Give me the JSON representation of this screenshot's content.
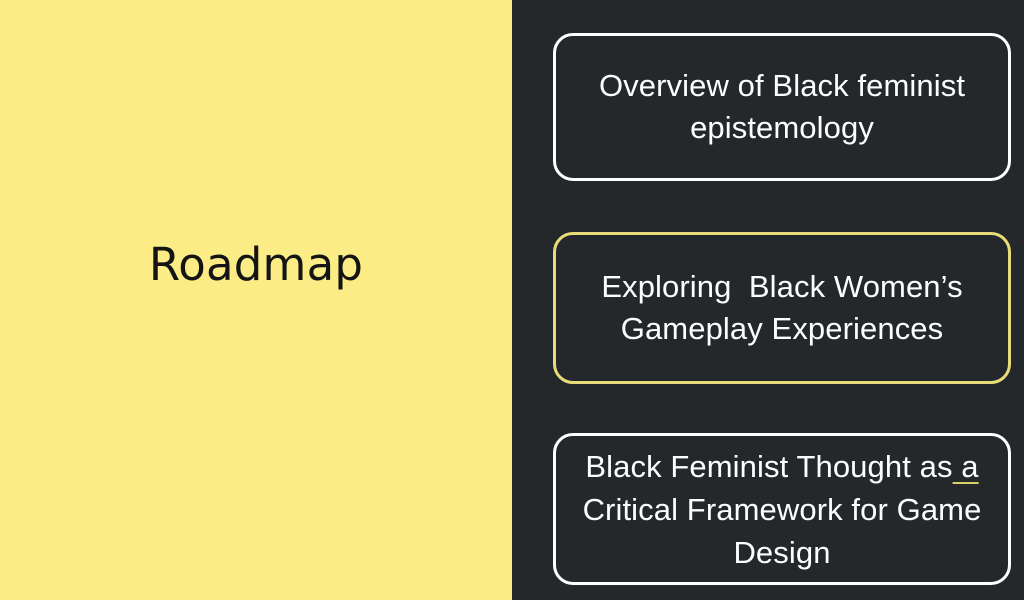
{
  "slide": {
    "layout": "two-column-split",
    "colors": {
      "left_panel_background": "#FCEC85",
      "right_panel_background": "#24282B",
      "card_border_default": "#FFFFFF",
      "card_border_highlight": "#E8DC7A",
      "card_text": "#FDFDFD",
      "title_text": "#141414",
      "underline_accent": "#D9CF63"
    },
    "left": {
      "title": "Roadmap"
    },
    "right": {
      "cards": [
        {
          "id": "card-overview",
          "text": "Overview of Black feminist epistemology",
          "border_color": "#FFFFFF",
          "highlighted": false
        },
        {
          "id": "card-gameplay",
          "text": "Exploring  Black Women’s Gameplay Experiences",
          "border_color": "#E8DC7A",
          "highlighted": true
        },
        {
          "id": "card-framework",
          "text_before": "Black Feminist Thought as",
          "text_underlined": " a",
          "text_after": " Critical Framework for Game Design",
          "full_text": "Black Feminist Thought as a Critical Framework for Game Design",
          "border_color": "#FFFFFF",
          "highlighted": false
        }
      ]
    }
  }
}
